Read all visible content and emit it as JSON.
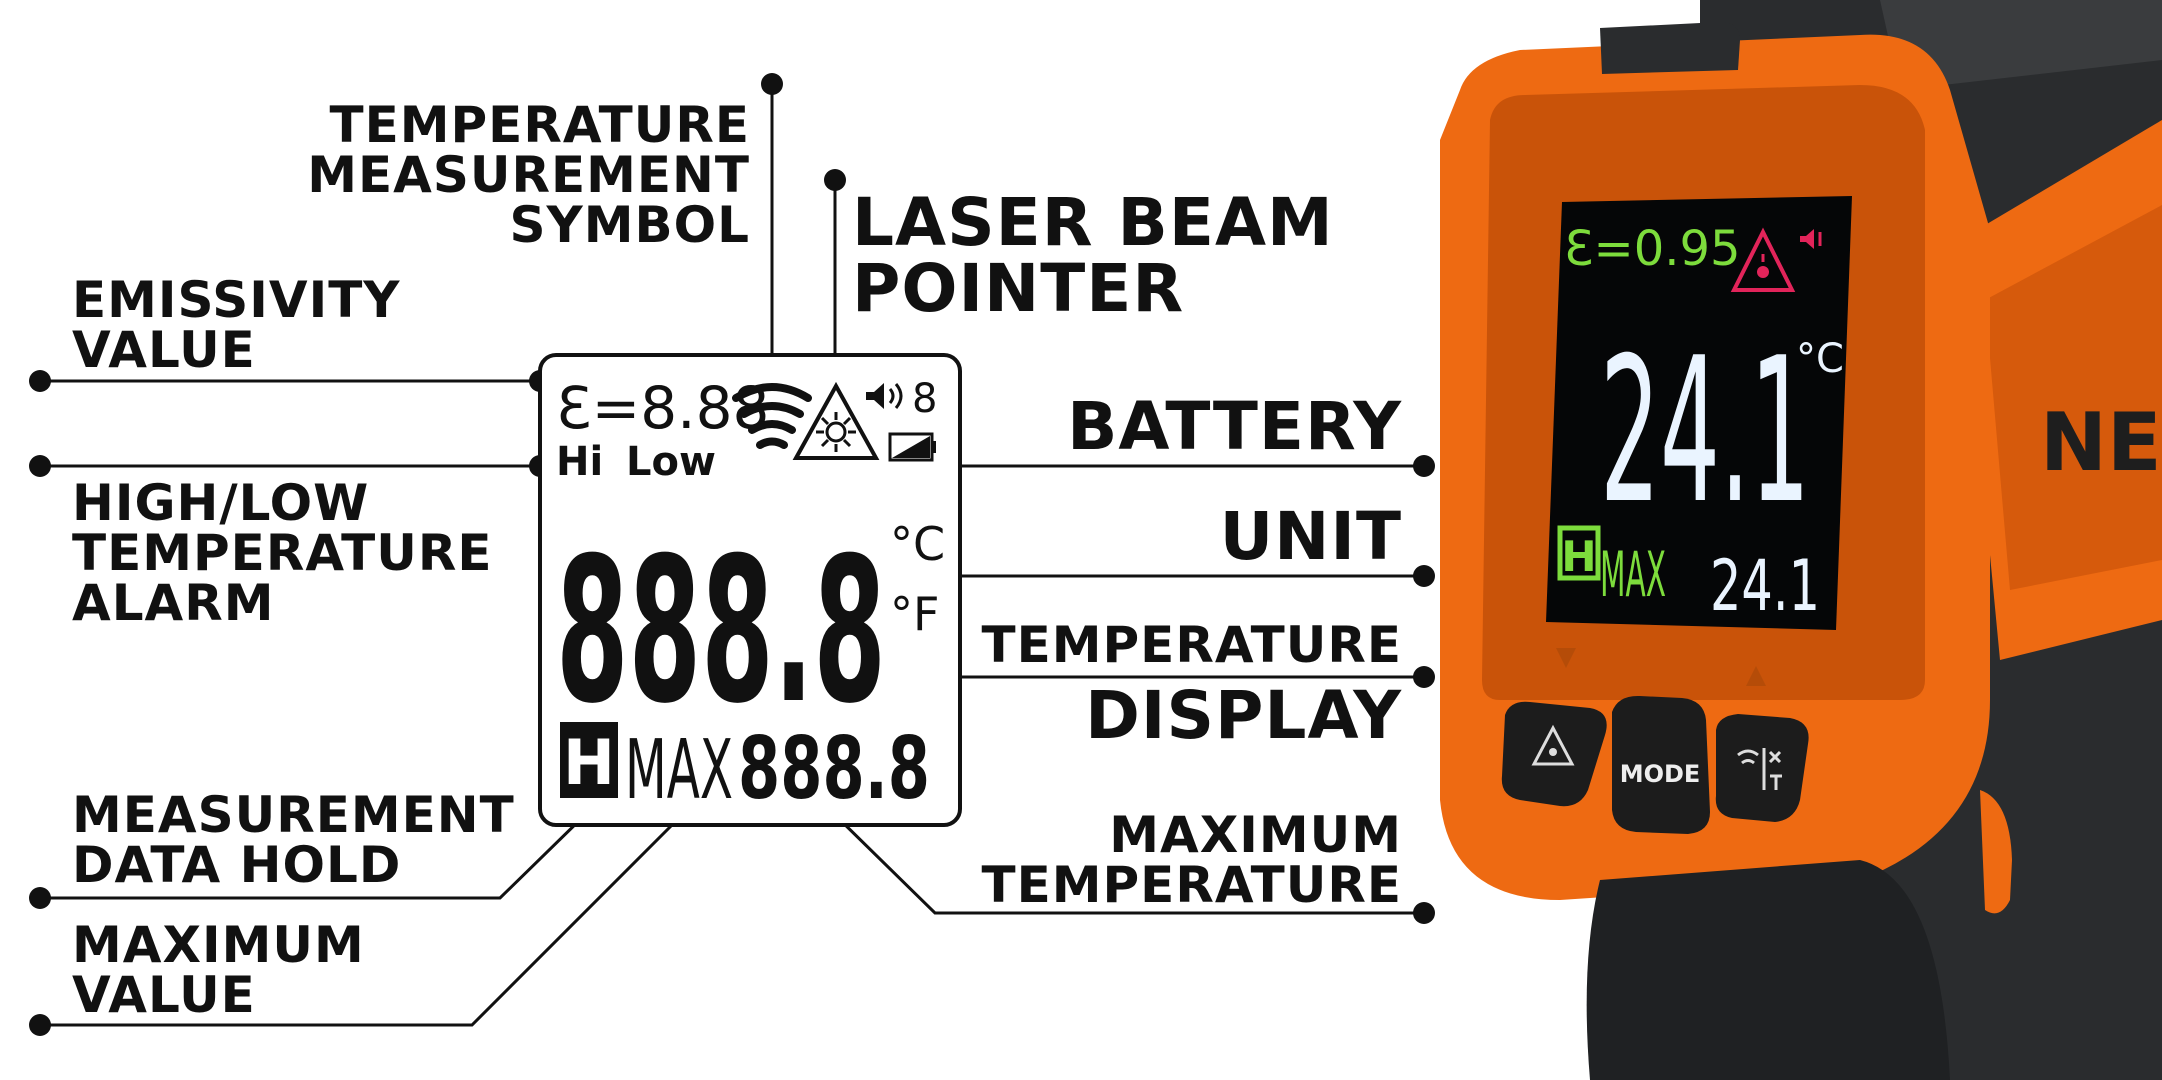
{
  "labels": {
    "temperature_measurement_symbol": "TEMPERATURE\nMEASUREMENT\nSYMBOL",
    "laser_beam_pointer": "LASER BEAM\nPOINTER",
    "emissivity_value": "EMISSIVITY\nVALUE",
    "high_low_alarm": "HIGH/LOW\nTEMPERATURE\nALARM",
    "battery": "BATTERY",
    "unit": "UNIT",
    "temperature_display_1": "TEMPERATURE",
    "temperature_display_2": "DISPLAY",
    "measurement_data_hold": "MEASUREMENT\nDATA HOLD",
    "maximum_value": "MAXIMUM\nVALUE",
    "maximum_temperature": "MAXIMUM\nTEMPERATURE"
  },
  "lcd": {
    "emissivity": "Ɛ=8.88",
    "volume_digit": "8",
    "hi": "Hi",
    "low": "Low",
    "main_digits": "888.8",
    "celsius": "°C",
    "fahrenheit": "°F",
    "hold": "H",
    "max": "MAX",
    "max_digits": "888.8"
  },
  "device": {
    "emissivity": "Ɛ=0.95",
    "reading": "24.1",
    "unit": "°C",
    "hold": "H",
    "max": "MAX",
    "max_reading": "24.1",
    "mode_button": "MODE",
    "brand": "NE"
  },
  "colors": {
    "body_orange": "#ee6a12",
    "screen_green": "#7ddc3c",
    "screen_red": "#e2245a",
    "screen_white": "#eaf4ff"
  }
}
